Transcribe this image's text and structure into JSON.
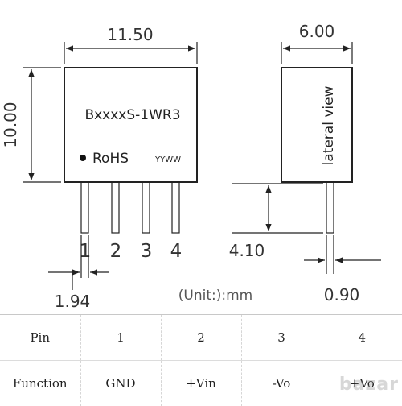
{
  "front_view": {
    "model": "BxxxxS-1WR3",
    "rohs": "RoHS",
    "datecode": "YYWW",
    "width_dim": "11.50",
    "height_dim": "10.00",
    "pin_height_dim": "4.10",
    "pin_pitch_dim": "1.94",
    "pin_numbers": [
      "1",
      "2",
      "3",
      "4"
    ]
  },
  "side_view": {
    "label": "lateral view",
    "width_dim": "6.00",
    "pin_width_dim": "0.90"
  },
  "unit_note": "(Unit:):mm",
  "pin_table": {
    "rows": [
      [
        "Pin",
        "1",
        "2",
        "3",
        "4"
      ],
      [
        "Function",
        "GND",
        "+Vin",
        "-Vo",
        "+Vo"
      ]
    ]
  },
  "watermark": "bazar"
}
